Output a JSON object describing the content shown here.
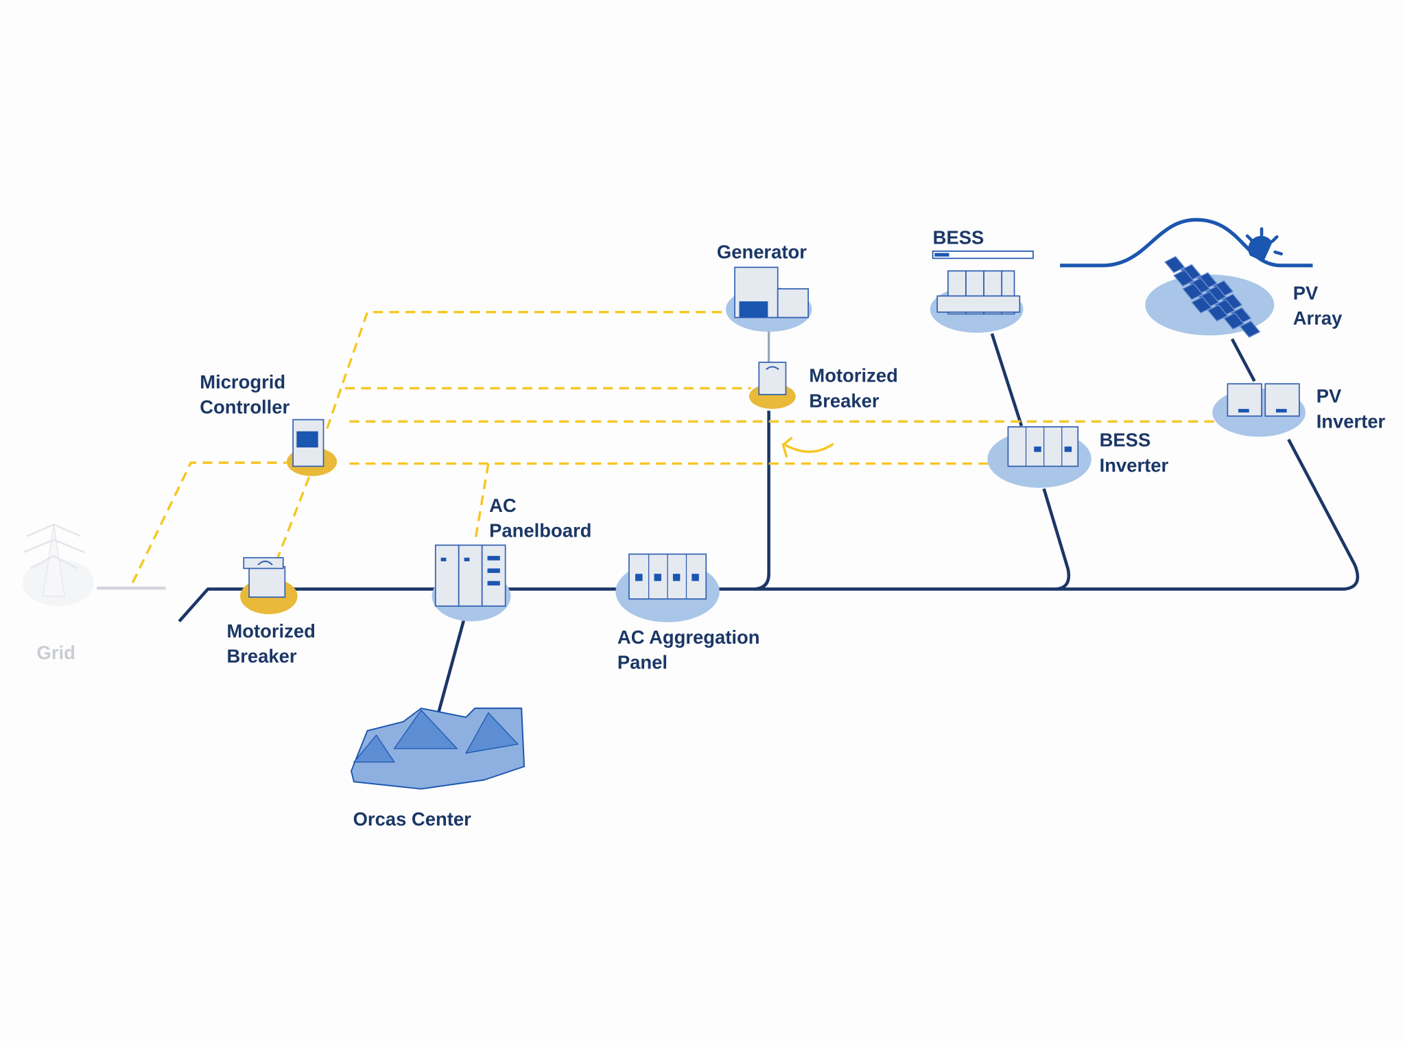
{
  "labels": {
    "grid": "Grid",
    "motorized_breaker_grid": [
      "Motorized",
      "Breaker"
    ],
    "microgrid_controller": [
      "Microgrid",
      "Controller"
    ],
    "ac_panelboard": [
      "AC",
      "Panelboard"
    ],
    "ac_aggregation_panel": [
      "AC Aggregation",
      "Panel"
    ],
    "orcas_center": "Orcas Center",
    "generator": "Generator",
    "motorized_breaker_gen": [
      "Motorized",
      "Breaker"
    ],
    "bess": "BESS",
    "bess_inverter": [
      "BESS",
      "Inverter"
    ],
    "pv_array": [
      "PV",
      "Array"
    ],
    "pv_inverter": [
      "PV",
      "Inverter"
    ]
  },
  "bess_charge_fraction": 0.15,
  "colors": {
    "power_line": "#1b3766",
    "control_line": "#f6c621",
    "equipment_accent": "#1b56b0",
    "label_text": "#1b3766",
    "grid_disabled": "#c9ccd2"
  },
  "icons": [
    "transmission-tower-icon",
    "breaker-cabinet-icon",
    "controller-cabinet-icon",
    "panelboard-icon",
    "aggregation-panel-icon",
    "building-icon",
    "generator-icon",
    "battery-rack-icon",
    "inverter-icon",
    "solar-panel-icon",
    "sun-icon",
    "solar-curve-icon",
    "flow-arrow-icon"
  ]
}
